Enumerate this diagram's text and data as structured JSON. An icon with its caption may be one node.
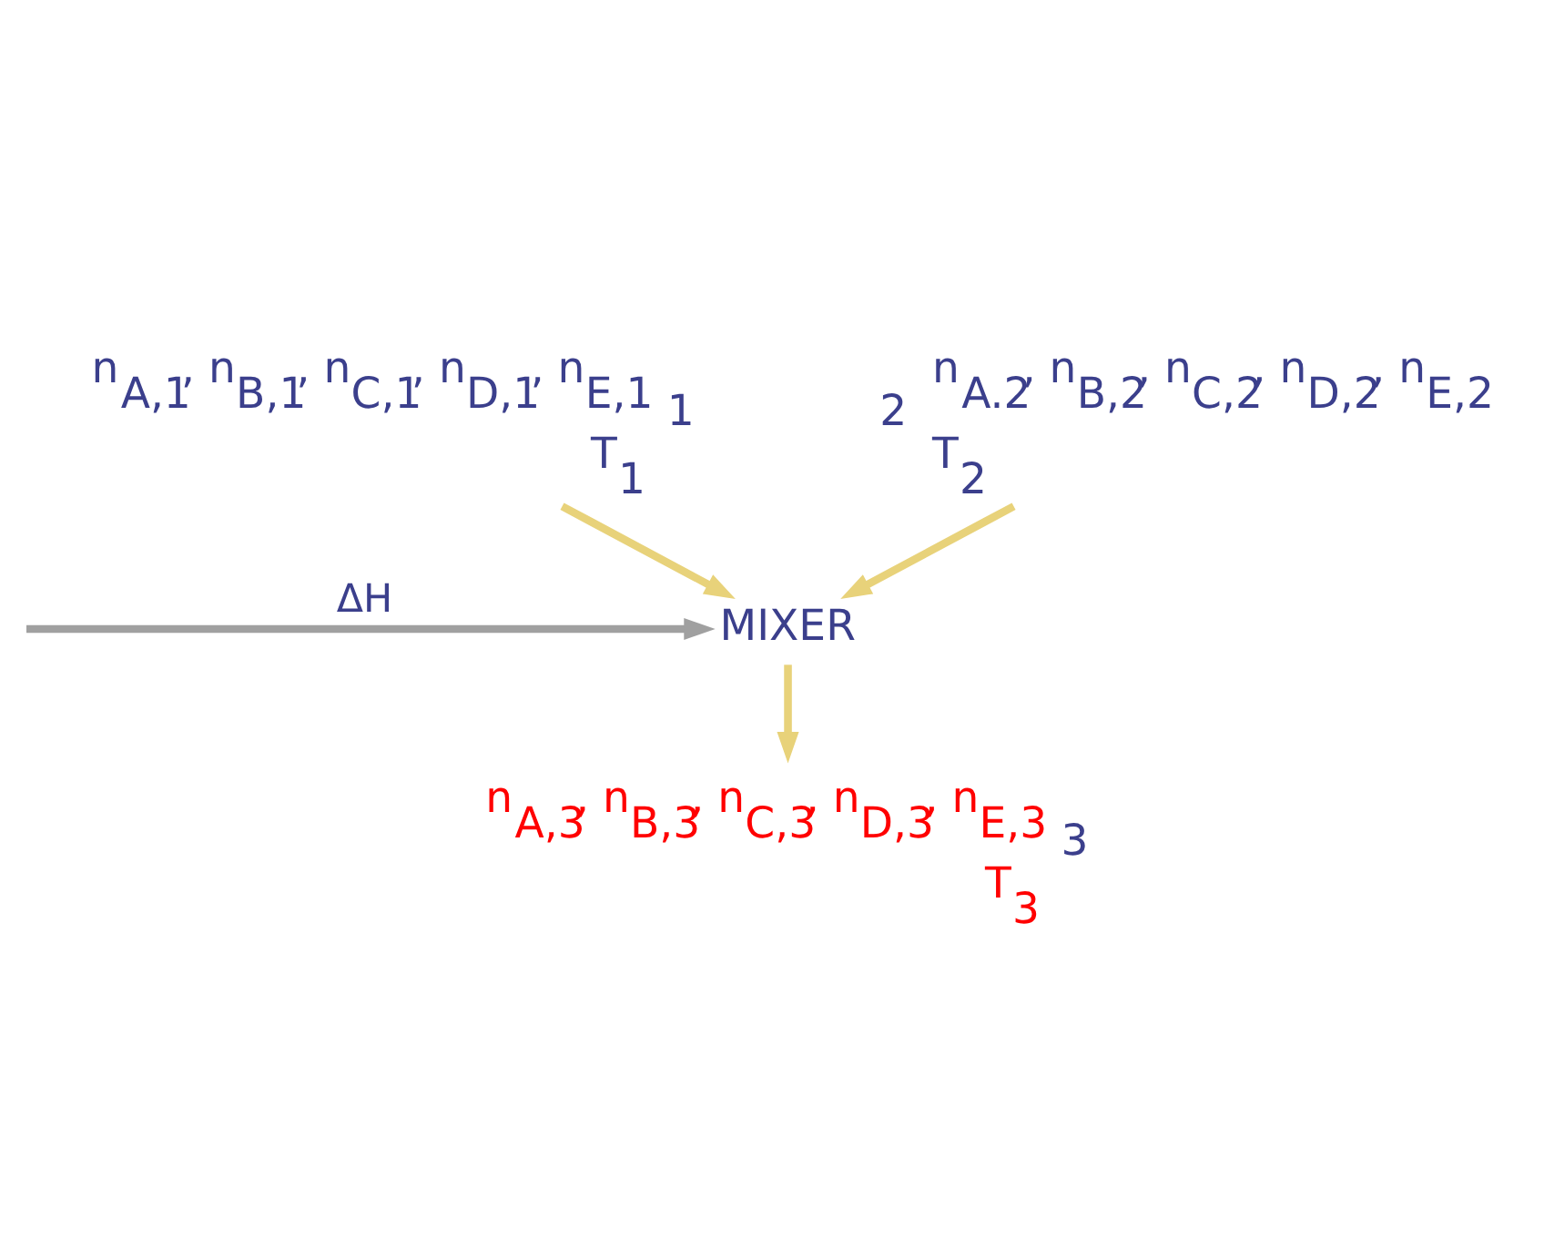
{
  "diagram": {
    "nodes": [
      {
        "text": [
          "1"
        ],
        "beside": [
          "n$_{A,1}$, n$_{B,1}$, n$_{C,1}$, n$_{D,1}$, n$_{E,1}$",
          "T$_{1}$"
        ]
      },
      {
        "text": [
          "2"
        ],
        "beside": [
          "n$_{A.2}$, n$_{B,2}$, n$_{C,2}$, n$_{D,2}$, n$_{E,2}$",
          "T$_{2}$"
        ]
      },
      {
        "text": [
          "MIXER"
        ]
      },
      {
        "text": [
          "3"
        ],
        "beside": [
          "n$_{A,3}$, n$_{B,3}$, n$_{C,3}$, n$_{D,3}$, n$_{E,3}$",
          "T$_{3}$"
        ]
      }
    ],
    "edges": [
      {
        "from": 0,
        "to": 2,
        "arrow": "to"
      },
      {
        "from": 1,
        "to": 2,
        "arrow": "to"
      },
      {
        "from": 2,
        "to": 3,
        "arrow": "to"
      },
      {
        "from": null,
        "to": 2,
        "arrow": "to",
        "label": "ΔH",
        "color": "#a0a0a0"
      }
    ]
  }
}
